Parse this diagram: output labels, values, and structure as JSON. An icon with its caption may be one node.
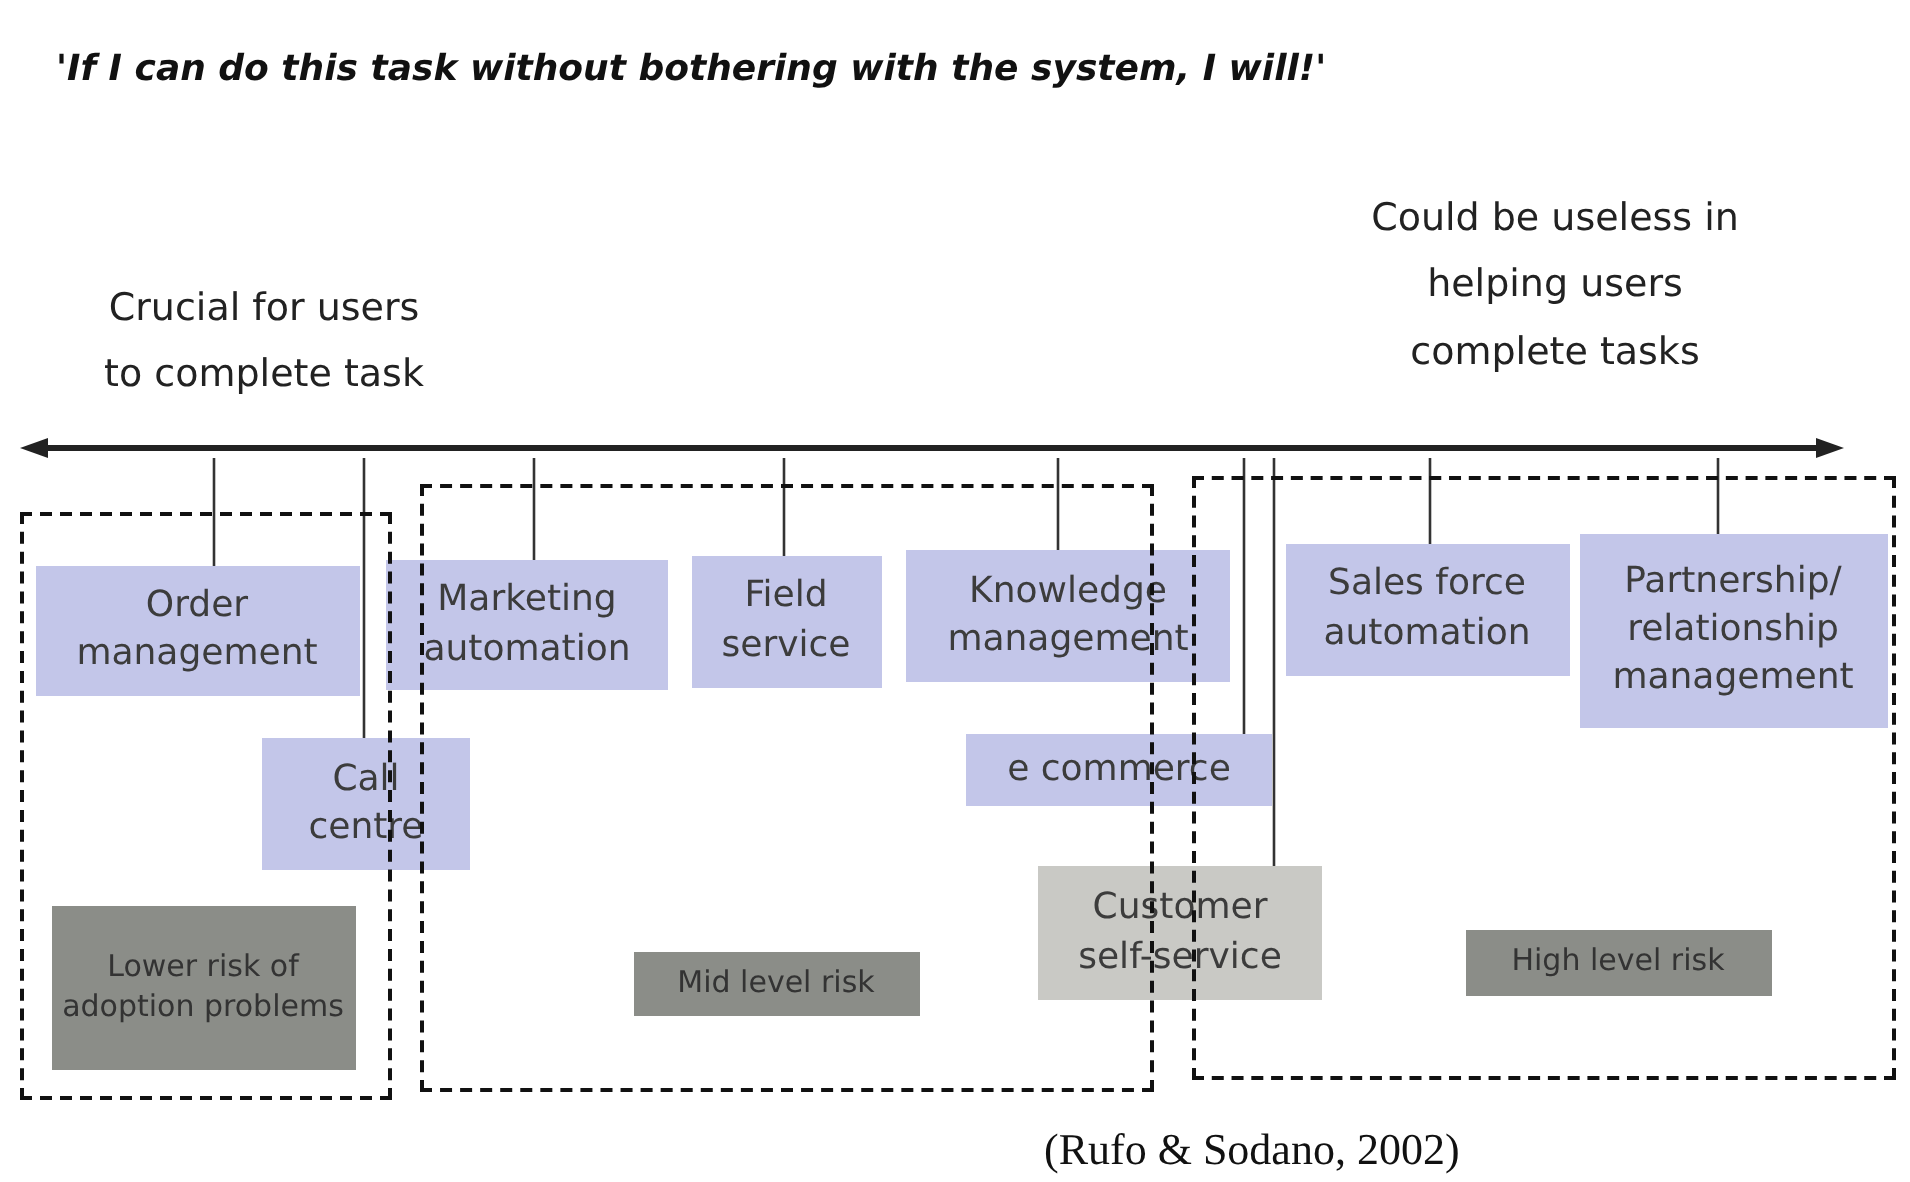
{
  "diagram": {
    "title": "'If I can do this task without bothering with the system, I will!'",
    "caption": "(Rufo & Sodano, 2002)",
    "nodes": [
      {
        "text": [],
        "shape": "bar"
      },
      {
        "text": [],
        "shape": "box"
      },
      {
        "text": [
          "Order management"
        ],
        "in": 1
      },
      {
        "text": [
          "Call centre"
        ]
      },
      {
        "text": [
          "Lower risk of adoption problems"
        ],
        "in": 1
      },
      {
        "text": [],
        "shape": "box"
      },
      {
        "text": [
          "Marketing automation"
        ]
      },
      {
        "text": [
          "Field service"
        ],
        "in": 5
      },
      {
        "text": [
          "Knowledge management"
        ]
      },
      {
        "text": [
          "e commerce"
        ]
      },
      {
        "text": [
          "Customer self-service"
        ]
      },
      {
        "text": [
          "Mid level risk"
        ],
        "in": 5
      },
      {
        "text": [],
        "shape": "box"
      },
      {
        "text": [
          "Sales force automation"
        ],
        "in": 12
      },
      {
        "text": [
          "Partnership/ relationship management"
        ],
        "in": 12
      },
      {
        "text": [
          "High level risk"
        ],
        "in": 12
      }
    ],
    "edges": [
      {
        "from": 0,
        "to": 2,
        "arrow": "none"
      },
      {
        "from": 0,
        "to": 3,
        "arrow": "none"
      },
      {
        "from": 0,
        "to": 6,
        "arrow": "none"
      },
      {
        "from": 0,
        "to": 7,
        "arrow": "none"
      },
      {
        "from": 0,
        "to": 8,
        "arrow": "none"
      },
      {
        "from": 0,
        "to": 9,
        "arrow": "none"
      },
      {
        "from": 0,
        "to": 10,
        "arrow": "none"
      },
      {
        "from": 0,
        "to": 13,
        "arrow": "none"
      },
      {
        "from": 0,
        "to": 14,
        "arrow": "none"
      }
    ],
    "labels": [
      "Crucial for users to complete task",
      "Could be useless in helping users complete tasks"
    ]
  }
}
